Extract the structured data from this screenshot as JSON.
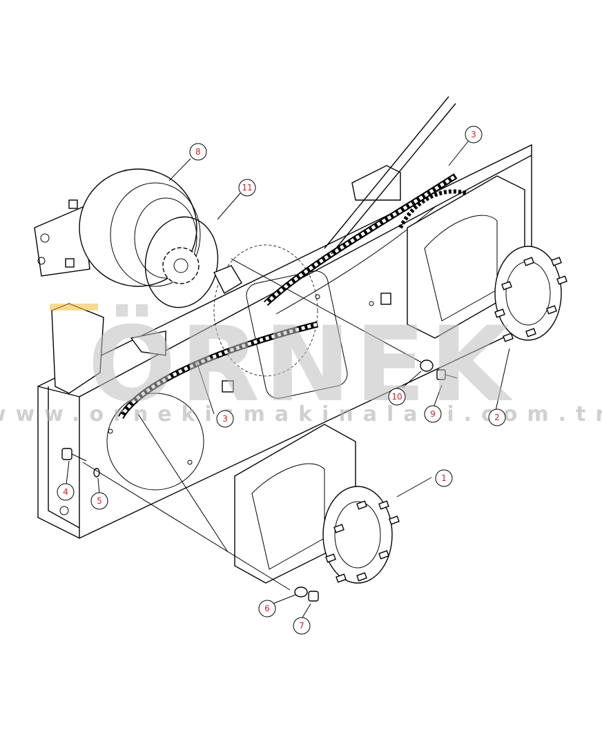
{
  "watermark": {
    "title": "ÖRNEK",
    "url": "www.ornekismakinalari.com.tr"
  },
  "callouts": [
    {
      "id": "1",
      "label": "1"
    },
    {
      "id": "2",
      "label": "2"
    },
    {
      "id": "3a",
      "label": "3"
    },
    {
      "id": "3b",
      "label": "3"
    },
    {
      "id": "4",
      "label": "4"
    },
    {
      "id": "5",
      "label": "5"
    },
    {
      "id": "6",
      "label": "6"
    },
    {
      "id": "7",
      "label": "7"
    },
    {
      "id": "8",
      "label": "8"
    },
    {
      "id": "9",
      "label": "9"
    },
    {
      "id": "10",
      "label": "10"
    },
    {
      "id": "11",
      "label": "11"
    }
  ],
  "colors": {
    "line": "#000000",
    "callout_text": "#cc2222",
    "watermark": "#bdbdbd",
    "watermark_accent": "#f2c24a"
  }
}
